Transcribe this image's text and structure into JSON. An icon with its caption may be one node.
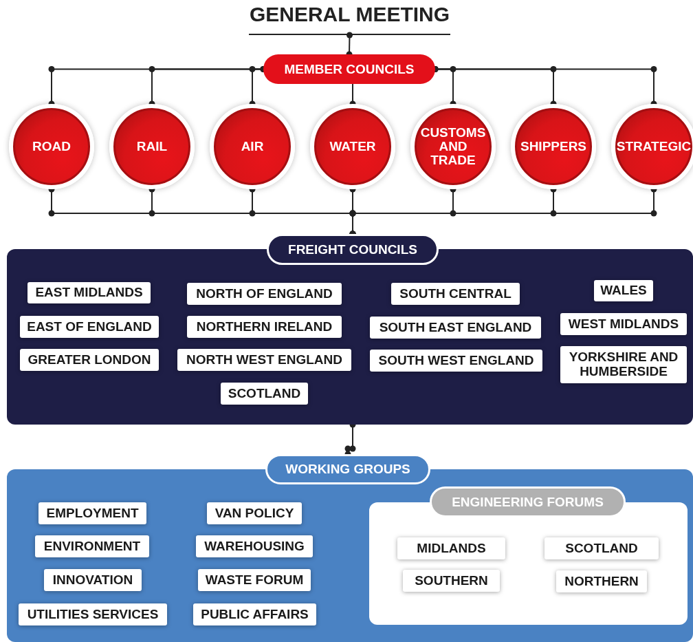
{
  "diagram": {
    "nodes": [
      {
        "text": [
          "GENERAL MEETING"
        ]
      },
      {
        "text": [
          "MEMBER COUNCILS"
        ]
      },
      {
        "text": [
          "ROAD"
        ]
      },
      {
        "text": [
          "RAIL"
        ]
      },
      {
        "text": [
          "AIR"
        ]
      },
      {
        "text": [
          "WATER"
        ]
      },
      {
        "text": [
          "CUSTOMS AND TRADE"
        ]
      },
      {
        "text": [
          "SHIPPERS"
        ]
      },
      {
        "text": [
          "STRATEGIC"
        ]
      },
      {
        "text": [
          "FREIGHT COUNCILS"
        ]
      },
      {
        "text": [
          "EAST MIDLANDS"
        ],
        "in": 9
      },
      {
        "text": [
          "EAST OF ENGLAND"
        ],
        "in": 9
      },
      {
        "text": [
          "GREATER LONDON"
        ],
        "in": 9
      },
      {
        "text": [
          "NORTH OF ENGLAND"
        ],
        "in": 9
      },
      {
        "text": [
          "NORTHERN IRELAND"
        ],
        "in": 9
      },
      {
        "text": [
          "NORTH WEST ENGLAND"
        ],
        "in": 9
      },
      {
        "text": [
          "SCOTLAND"
        ],
        "in": 9
      },
      {
        "text": [
          "SOUTH CENTRAL"
        ],
        "in": 9
      },
      {
        "text": [
          "SOUTH EAST ENGLAND"
        ],
        "in": 9
      },
      {
        "text": [
          "SOUTH WEST ENGLAND"
        ],
        "in": 9
      },
      {
        "text": [
          "WALES"
        ],
        "in": 9
      },
      {
        "text": [
          "WEST MIDLANDS"
        ],
        "in": 9
      },
      {
        "text": [
          "YORKSHIRE AND HUMBERSIDE"
        ],
        "in": 9
      },
      {
        "text": [
          "WORKING GROUPS"
        ]
      },
      {
        "text": [
          "EMPLOYMENT"
        ],
        "in": 23
      },
      {
        "text": [
          "ENVIRONMENT"
        ],
        "in": 23
      },
      {
        "text": [
          "INNOVATION"
        ],
        "in": 23
      },
      {
        "text": [
          "UTILITIES SERVICES"
        ],
        "in": 23
      },
      {
        "text": [
          "VAN POLICY"
        ],
        "in": 23
      },
      {
        "text": [
          "WAREHOUSING"
        ],
        "in": 23
      },
      {
        "text": [
          "WASTE FORUM"
        ],
        "in": 23
      },
      {
        "text": [
          "PUBLIC AFFAIRS"
        ],
        "in": 23
      },
      {
        "text": [
          "ENGINEERING FORUMS"
        ],
        "in": 23
      },
      {
        "text": [
          "MIDLANDS"
        ],
        "in": 32
      },
      {
        "text": [
          "SCOTLAND"
        ],
        "in": 32
      },
      {
        "text": [
          "SOUTHERN"
        ],
        "in": 32
      },
      {
        "text": [
          "NORTHERN"
        ],
        "in": 32
      }
    ],
    "edges": [
      {
        "from": 0,
        "to": 1,
        "arrow": "other"
      },
      {
        "from": 1,
        "to": 2,
        "arrow": "other"
      },
      {
        "from": 1,
        "to": 3,
        "arrow": "other"
      },
      {
        "from": 1,
        "to": 4,
        "arrow": "other"
      },
      {
        "from": 1,
        "to": 5,
        "arrow": "other"
      },
      {
        "from": 1,
        "to": 6,
        "arrow": "other"
      },
      {
        "from": 1,
        "to": 7,
        "arrow": "other"
      },
      {
        "from": 1,
        "to": 8,
        "arrow": "other"
      },
      {
        "from": 2,
        "to": 9,
        "arrow": "other"
      },
      {
        "from": 3,
        "to": 9,
        "arrow": "other"
      },
      {
        "from": 4,
        "to": 9,
        "arrow": "other"
      },
      {
        "from": 5,
        "to": 9,
        "arrow": "other"
      },
      {
        "from": 6,
        "to": 9,
        "arrow": "other"
      },
      {
        "from": 7,
        "to": 9,
        "arrow": "other"
      },
      {
        "from": 8,
        "to": 9,
        "arrow": "other"
      },
      {
        "from": 9,
        "to": 23,
        "arrow": "other"
      }
    ]
  }
}
